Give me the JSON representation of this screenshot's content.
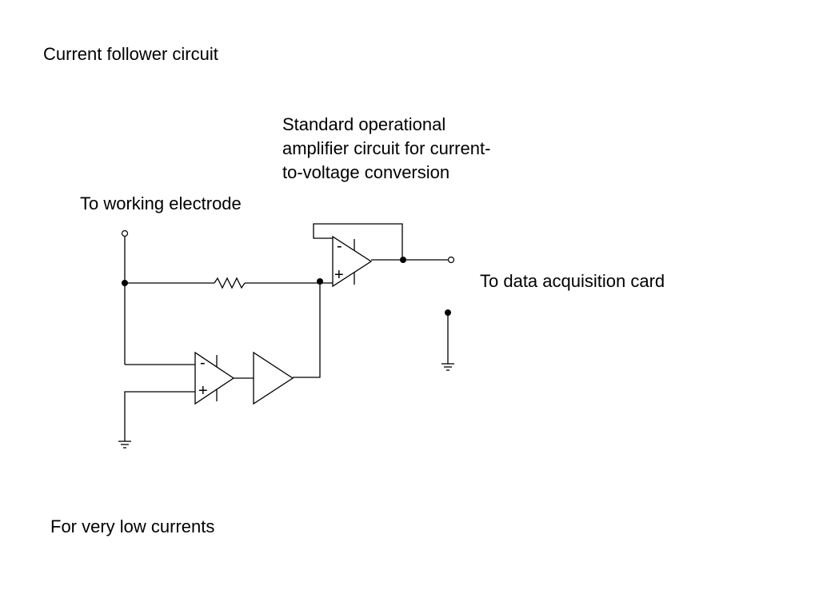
{
  "title": "Current follower circuit",
  "note": {
    "lines": [
      "Standard operational",
      "amplifier circuit for current-",
      "to-voltage conversion"
    ]
  },
  "labels": {
    "working_electrode": "To working electrode",
    "data_acquisition": "To data acquisition card",
    "low_currents": "For very low currents"
  },
  "opamp_signs": {
    "minus": "-",
    "plus": "+"
  }
}
